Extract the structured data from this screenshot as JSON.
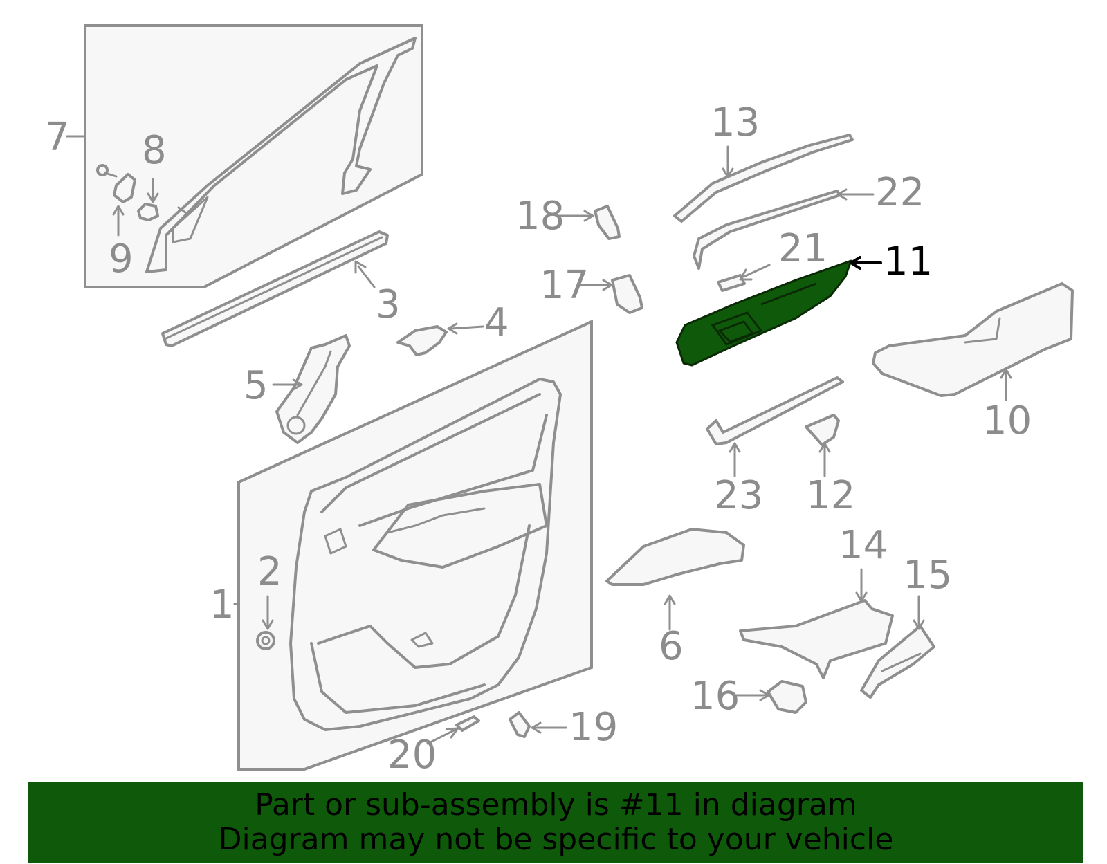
{
  "diagram": {
    "highlighted_part": "11",
    "highlight_color": "#0f5a0a",
    "label_color": "#8c8c8c",
    "labels": [
      {
        "id": "1",
        "text": "1"
      },
      {
        "id": "2",
        "text": "2"
      },
      {
        "id": "3",
        "text": "3"
      },
      {
        "id": "4",
        "text": "4"
      },
      {
        "id": "5",
        "text": "5"
      },
      {
        "id": "6",
        "text": "6"
      },
      {
        "id": "7",
        "text": "7"
      },
      {
        "id": "8",
        "text": "8"
      },
      {
        "id": "9",
        "text": "9"
      },
      {
        "id": "10",
        "text": "10"
      },
      {
        "id": "11",
        "text": "11"
      },
      {
        "id": "12",
        "text": "12"
      },
      {
        "id": "13",
        "text": "13"
      },
      {
        "id": "14",
        "text": "14"
      },
      {
        "id": "15",
        "text": "15"
      },
      {
        "id": "16",
        "text": "16"
      },
      {
        "id": "17",
        "text": "17"
      },
      {
        "id": "18",
        "text": "18"
      },
      {
        "id": "19",
        "text": "19"
      },
      {
        "id": "20",
        "text": "20"
      },
      {
        "id": "21",
        "text": "21"
      },
      {
        "id": "22",
        "text": "22"
      },
      {
        "id": "23",
        "text": "23"
      }
    ]
  },
  "banner": {
    "line1": "Part or sub-assembly is #11 in diagram",
    "line2": "Diagram may not be specific to your vehicle",
    "background": "#0f5a0a"
  }
}
